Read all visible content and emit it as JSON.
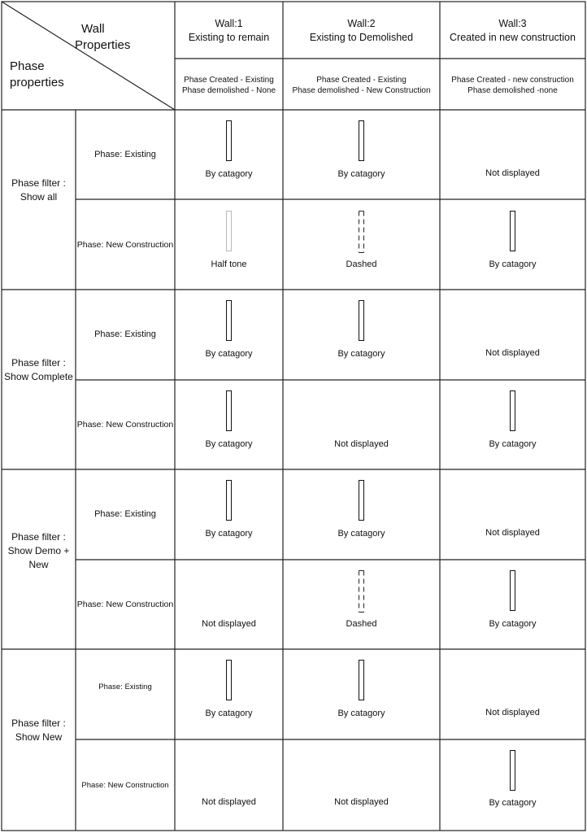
{
  "corner": {
    "top_label_line1": "Wall",
    "top_label_line2": "Properties",
    "bottom_label_line1": "Phase",
    "bottom_label_line2": "properties"
  },
  "walls": [
    {
      "title": "Wall:1",
      "subtitle": "Existing to remain",
      "created": "Phase Created - Existing",
      "demolished": "Phase demolished - None"
    },
    {
      "title": "Wall:2",
      "subtitle": "Existing to Demolished",
      "created": "Phase Created - Existing",
      "demolished": "Phase demolished - New Construction"
    },
    {
      "title": "Wall:3",
      "subtitle": "Created in new construction",
      "created": "Phase Created - new construction",
      "demolished": "Phase demolished -none"
    }
  ],
  "filters": [
    {
      "name_line1": "Phase filter :",
      "name_line2": "Show all",
      "name_line3": "",
      "rows": [
        {
          "phase": "Phase: Existing",
          "cells": [
            {
              "style": "solid",
              "label": "By catagory"
            },
            {
              "style": "solid",
              "label": "By catagory"
            },
            {
              "style": "none",
              "label": "Not displayed"
            }
          ]
        },
        {
          "phase": "Phase: New Construction",
          "cells": [
            {
              "style": "half",
              "label": "Half tone"
            },
            {
              "style": "dashed",
              "label": "Dashed"
            },
            {
              "style": "solid",
              "label": "By catagory"
            }
          ]
        }
      ]
    },
    {
      "name_line1": "Phase filter :",
      "name_line2": "Show Complete",
      "name_line3": "",
      "rows": [
        {
          "phase": "Phase: Existing",
          "cells": [
            {
              "style": "solid",
              "label": "By catagory"
            },
            {
              "style": "solid",
              "label": "By catagory"
            },
            {
              "style": "none",
              "label": "Not displayed"
            }
          ]
        },
        {
          "phase": "Phase: New Construction",
          "cells": [
            {
              "style": "solid",
              "label": "By catagory"
            },
            {
              "style": "none",
              "label": "Not displayed"
            },
            {
              "style": "solid",
              "label": "By catagory"
            }
          ]
        }
      ]
    },
    {
      "name_line1": "Phase filter :",
      "name_line2": "Show Demo +",
      "name_line3": "New",
      "rows": [
        {
          "phase": "Phase: Existing",
          "cells": [
            {
              "style": "solid",
              "label": "By catagory"
            },
            {
              "style": "solid",
              "label": "By catagory"
            },
            {
              "style": "none",
              "label": "Not displayed"
            }
          ]
        },
        {
          "phase": "Phase: New Construction",
          "cells": [
            {
              "style": "none",
              "label": "Not displayed"
            },
            {
              "style": "dashed",
              "label": "Dashed"
            },
            {
              "style": "solid",
              "label": "By catagory"
            }
          ]
        }
      ]
    },
    {
      "name_line1": "Phase filter :",
      "name_line2": "Show New",
      "name_line3": "",
      "rows": [
        {
          "phase": "Phase: Existing",
          "cells": [
            {
              "style": "solid",
              "label": "By catagory"
            },
            {
              "style": "solid",
              "label": "By catagory"
            },
            {
              "style": "none",
              "label": "Not displayed"
            }
          ]
        },
        {
          "phase": "Phase: New Construction",
          "cells": [
            {
              "style": "none",
              "label": "Not displayed"
            },
            {
              "style": "none",
              "label": "Not displayed"
            },
            {
              "style": "solid",
              "label": "By catagory"
            }
          ]
        }
      ]
    }
  ]
}
